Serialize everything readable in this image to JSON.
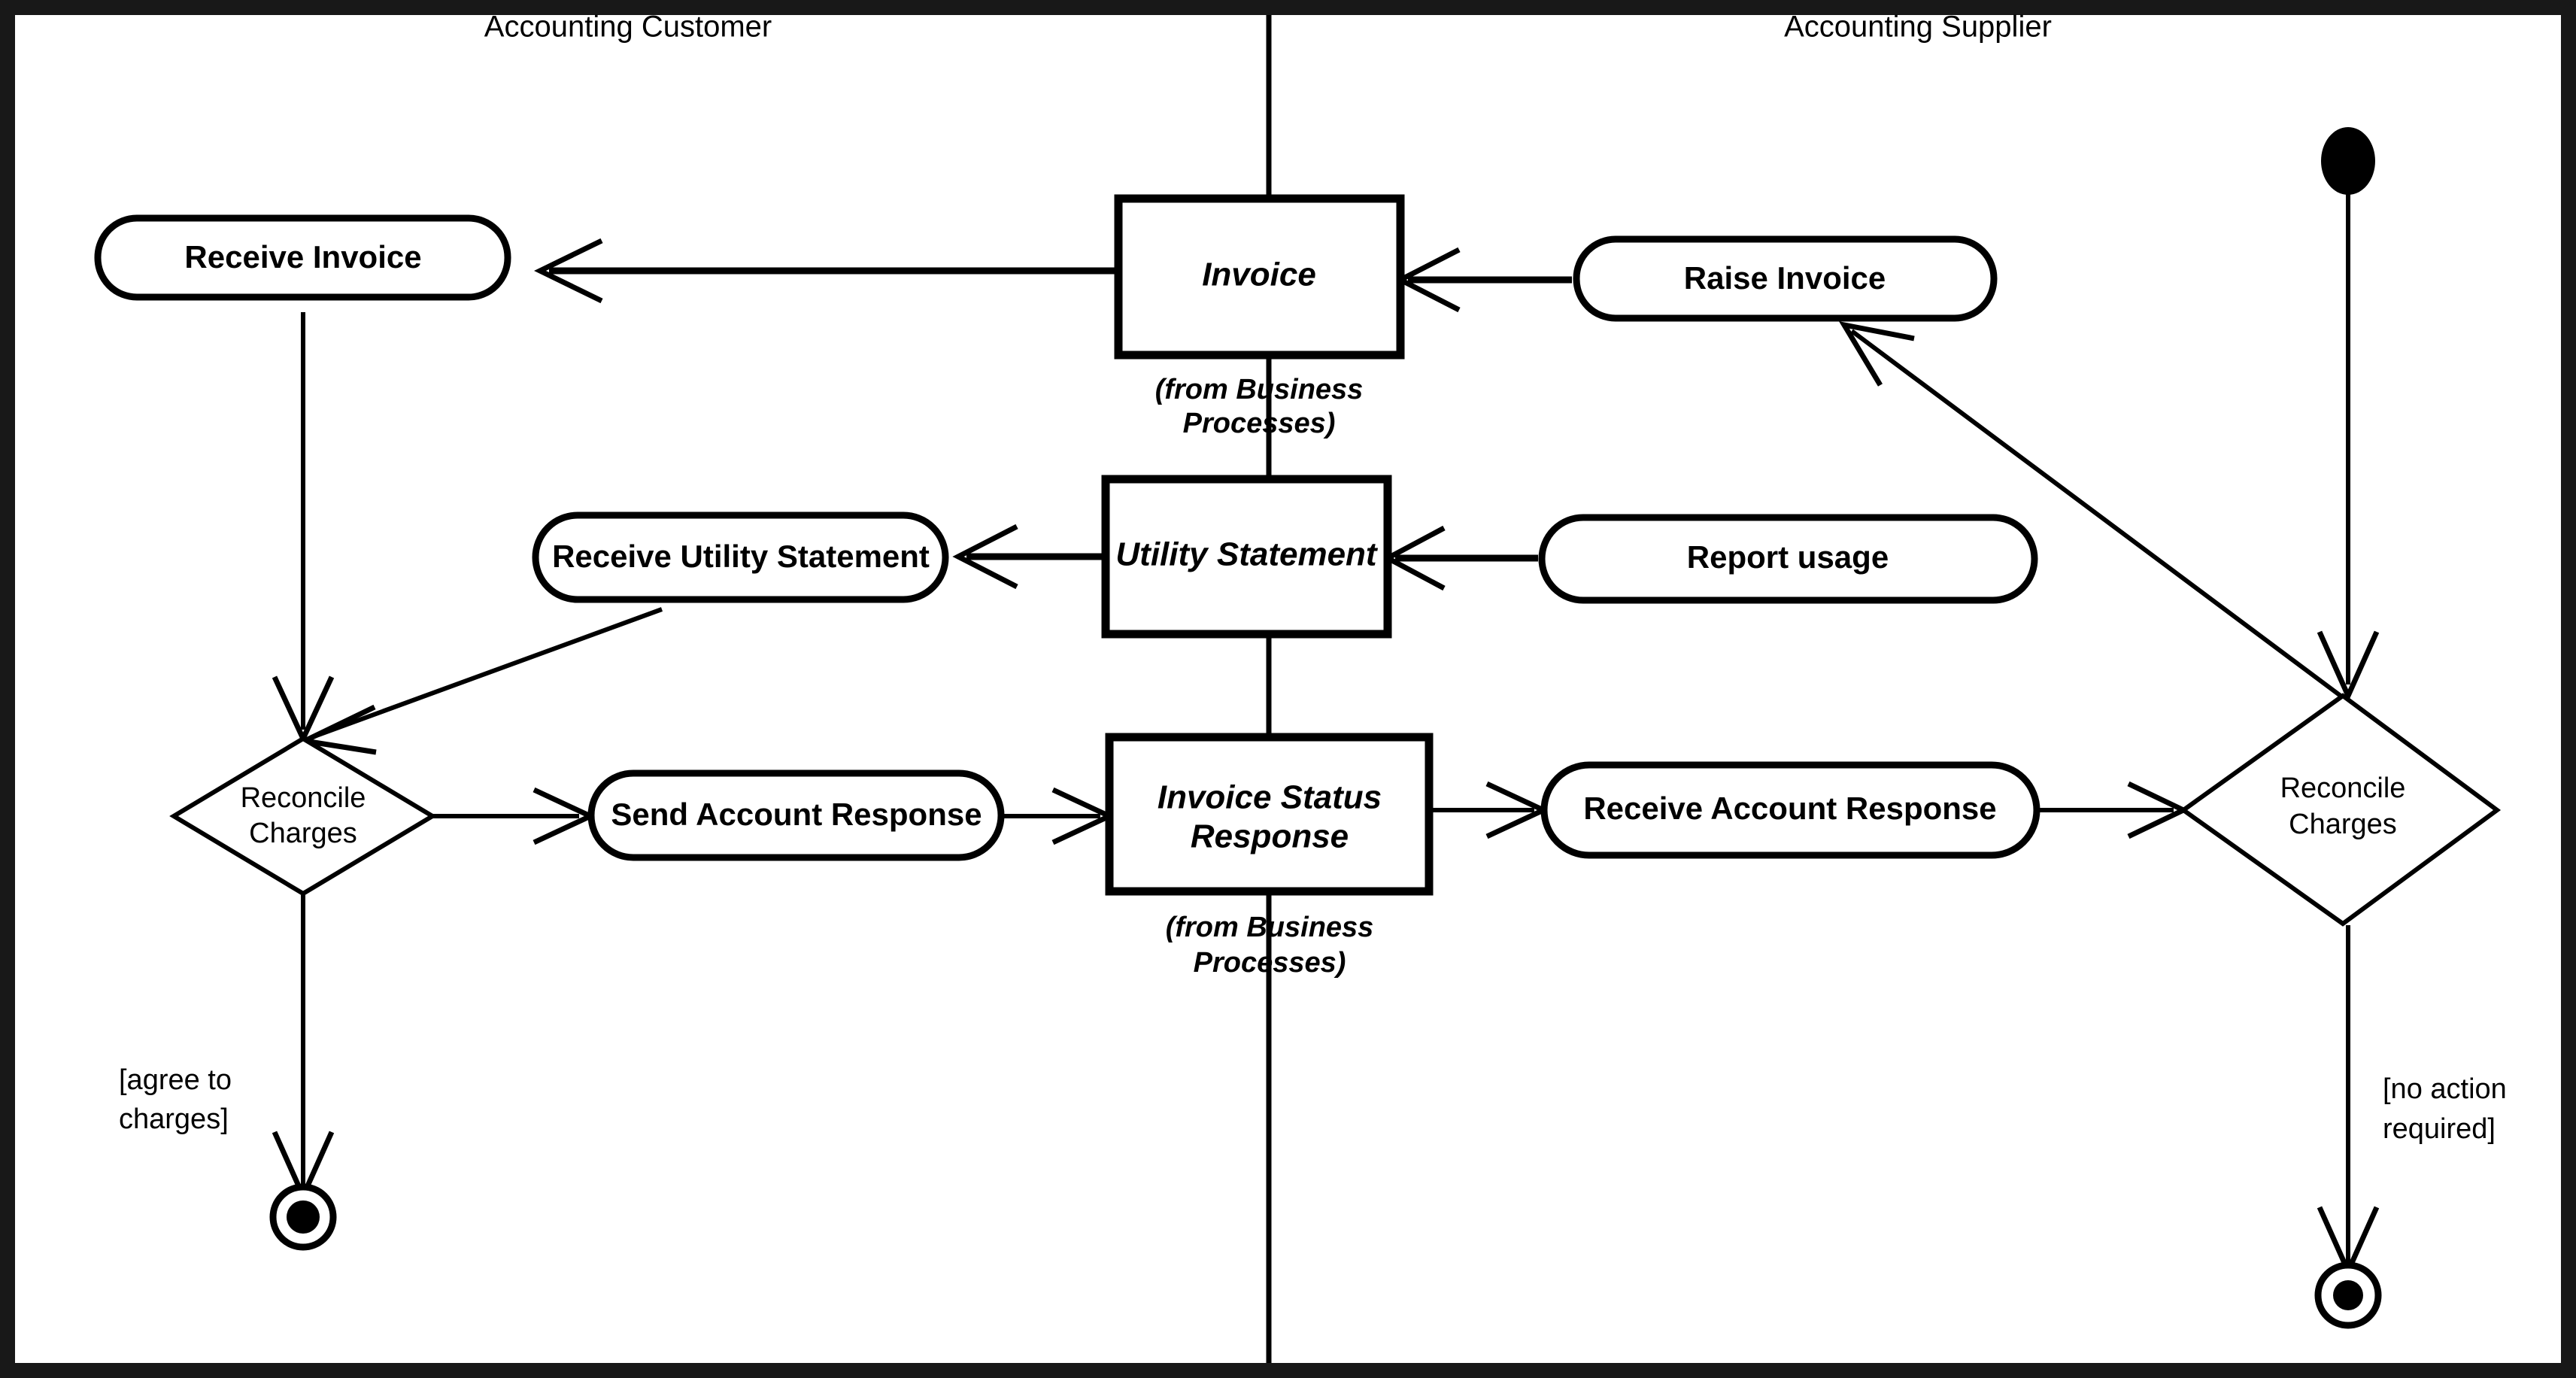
{
  "diagram": {
    "type": "uml-activity-diagram",
    "background_color": "#ffffff",
    "line_color": "#000000",
    "frame_color": "#181818"
  },
  "lanes": [
    {
      "id": "customer",
      "title": "Accounting Customer"
    },
    {
      "id": "supplier",
      "title": "Accounting Supplier"
    }
  ],
  "actions": [
    {
      "id": "receive-invoice",
      "label": "Receive Invoice"
    },
    {
      "id": "receive-utility-statement",
      "label": "Receive Utility Statement"
    },
    {
      "id": "send-account-response",
      "label": "Send Account Response"
    },
    {
      "id": "raise-invoice",
      "label": "Raise Invoice"
    },
    {
      "id": "report-usage",
      "label": "Report usage"
    },
    {
      "id": "receive-account-response",
      "label": "Receive Account Response"
    }
  ],
  "objects": [
    {
      "id": "invoice",
      "label": "Invoice",
      "sub1": "(from Business",
      "sub2": "Processes)"
    },
    {
      "id": "utility-statement",
      "label": "Utility Statement",
      "sub1": "",
      "sub2": ""
    },
    {
      "id": "invoice-status-response",
      "label1": "Invoice Status",
      "label2": "Response",
      "sub1": "(from Business",
      "sub2": "Processes)"
    }
  ],
  "decisions": [
    {
      "id": "reconcile-charges-customer",
      "line1": "Reconcile",
      "line2": "Charges"
    },
    {
      "id": "reconcile-charges-supplier",
      "line1": "Reconcile",
      "line2": "Charges"
    }
  ],
  "guards": [
    {
      "id": "agree-to-charges",
      "line1": "[agree to",
      "line2": "charges]"
    },
    {
      "id": "no-action-required",
      "line1": "[no action",
      "line2": "required]"
    }
  ],
  "control_nodes": [
    {
      "id": "initial-node",
      "kind": "initial"
    },
    {
      "id": "final-node-customer",
      "kind": "final"
    },
    {
      "id": "final-node-supplier",
      "kind": "final"
    }
  ]
}
